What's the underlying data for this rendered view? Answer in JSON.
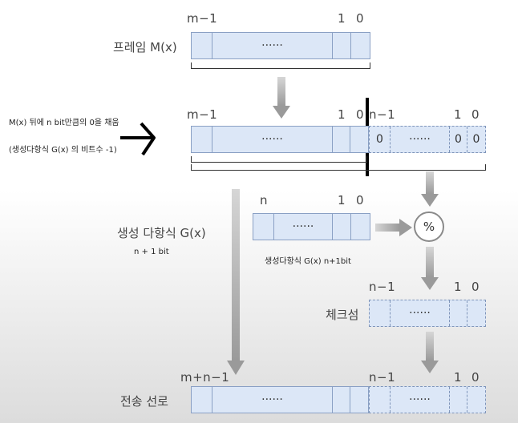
{
  "frame": {
    "title": "프레임 M(x)",
    "bit_high": "m−1",
    "bit_one": "1",
    "bit_zero": "0",
    "dots": "······"
  },
  "shifted": {
    "bit_high": "m−1",
    "bit_one": "1",
    "bit_zero": "0",
    "dots": "······",
    "append_high": "n−1",
    "append_one": "1",
    "append_zero": "0",
    "zero_a": "0",
    "zero_b": "0",
    "zero_c": "0",
    "append_dots": "······"
  },
  "annotation": {
    "line1": "M(x) 뒤에 n bit만큼의 0을 채움",
    "line2": "(생성다항식 G(x) 의 비트수 -1)"
  },
  "generator": {
    "title": "생성 다항식 G(x)",
    "note_bits": "n + 1 bit",
    "bit_high": "n",
    "bit_one": "1",
    "bit_zero": "0",
    "dots": "······",
    "caption": "생성다항식 G(x) n+1bit",
    "operator": "%"
  },
  "checksum": {
    "title": "체크섬",
    "bit_high": "n−1",
    "bit_one": "1",
    "bit_zero": "0",
    "dots": "······"
  },
  "transmission": {
    "title": "전송 선로",
    "bit_high": "m+n−1",
    "bit_high2": "n−1",
    "bit_one": "1",
    "bit_zero": "0",
    "dots": "······",
    "dots2": "······"
  },
  "colors": {
    "register_fill": "#dce7f7",
    "register_border": "#8aa0c4",
    "arrow_gray": "#a8a8a8",
    "pen_black": "#000000"
  }
}
